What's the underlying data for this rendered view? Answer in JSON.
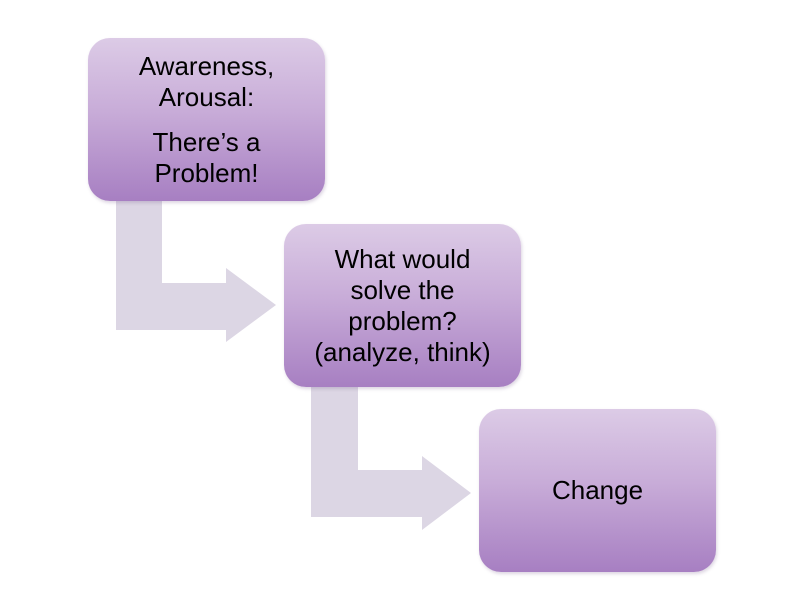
{
  "colors": {
    "box_top": "#dccbe6",
    "box_bottom": "#a77fc2",
    "arrow": "#dcd6e4"
  },
  "steps": [
    {
      "lines": [
        "Awareness,",
        "Arousal:"
      ],
      "lines2": [
        "There’s a",
        "Problem!"
      ]
    },
    {
      "lines": [
        "What would",
        "solve the",
        "problem?",
        "(analyze, think)"
      ]
    },
    {
      "lines": [
        "Change"
      ]
    }
  ]
}
